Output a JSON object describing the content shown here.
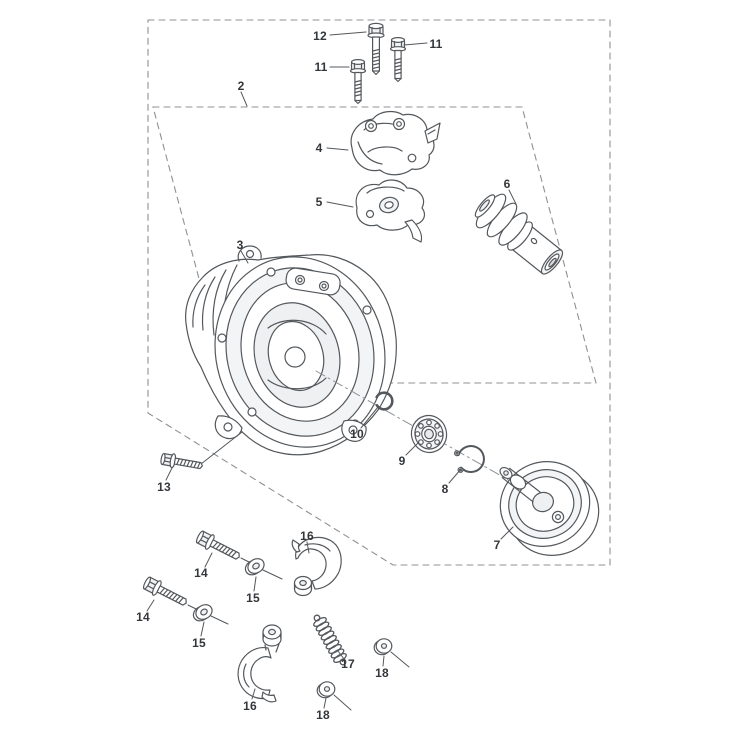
{
  "diagram": {
    "colors": {
      "background": "#ffffff",
      "line": "#54585c",
      "dash": "#8d9296",
      "label": "#33373b",
      "shade": "#f2f4f5"
    },
    "callouts": [
      {
        "part": "12"
      },
      {
        "part": "11"
      },
      {
        "part": "11"
      },
      {
        "part": "2"
      },
      {
        "part": "4"
      },
      {
        "part": "5"
      },
      {
        "part": "6"
      },
      {
        "part": "3"
      },
      {
        "part": "10"
      },
      {
        "part": "9"
      },
      {
        "part": "8"
      },
      {
        "part": "7"
      },
      {
        "part": "13"
      },
      {
        "part": "14"
      },
      {
        "part": "16"
      },
      {
        "part": "15"
      },
      {
        "part": "14"
      },
      {
        "part": "15"
      },
      {
        "part": "17"
      },
      {
        "part": "18"
      },
      {
        "part": "16"
      },
      {
        "part": "18"
      }
    ]
  }
}
